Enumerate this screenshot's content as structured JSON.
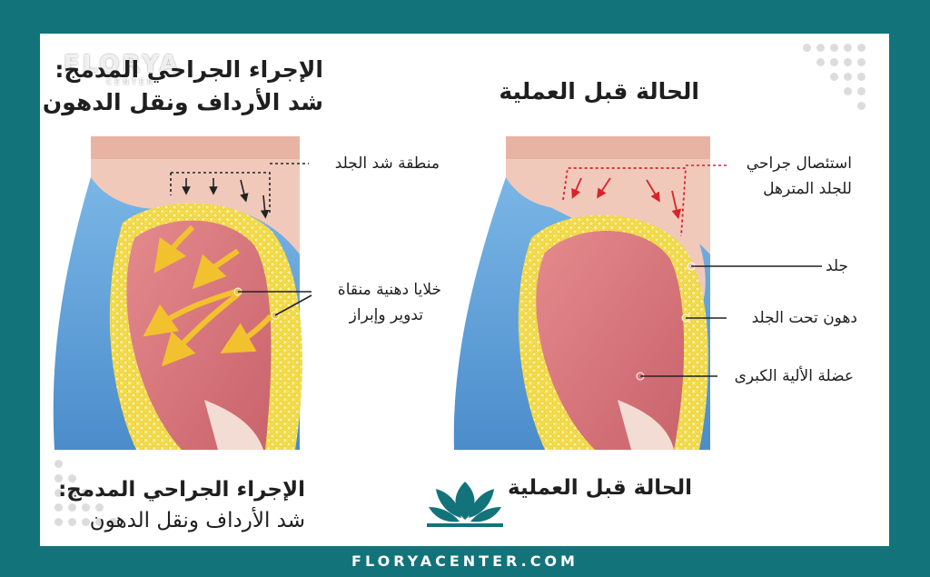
{
  "watermark": {
    "brand": "FLORYA",
    "sub": "CENTER"
  },
  "left_heading": {
    "line1": "الإجراء الجراحي المدمج:",
    "line2": "شد الأرداف ونقل الدهون"
  },
  "right_heading": "الحالة قبل العملية",
  "left_labels": {
    "skin_tightening_zone": "منطقة شد الجلد",
    "purified_fat_cells": "خلايا دهنية منقاة",
    "rounding_projection": "تدوير وإبراز"
  },
  "right_labels": {
    "surgical_excision_1": "استئصال جراحي",
    "surgical_excision_2": "للجلد المترهل",
    "skin": "جلد",
    "subcutaneous_fat": "دهون تحت الجلد",
    "gluteus_maximus": "عضلة الألية الكبرى"
  },
  "left_caption": {
    "line1": "الإجراء الجراحي المدمج:",
    "line2": "شد الأرداف ونقل الدهون"
  },
  "right_caption": "الحالة قبل العملية",
  "footer": "FLORYACENTER.COM",
  "colors": {
    "frame": "#12737b",
    "jeans": "#5b9fd6",
    "skin": "#e9b6a8",
    "fat": "#f4dc4a",
    "muscle": "#d7797f",
    "arrow": "#f2c12e",
    "excision": "#d8232a"
  }
}
